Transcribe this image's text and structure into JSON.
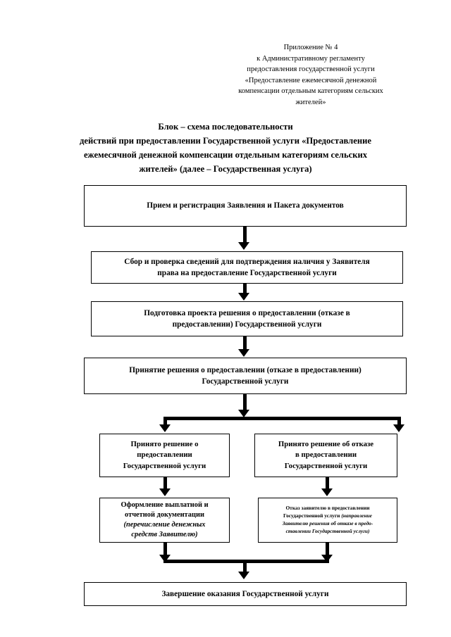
{
  "header_note": {
    "lines": [
      "Приложение № 4",
      "к Административному регламенту",
      "предоставления государственной услуги",
      "«Предоставление ежемесячной денежной",
      "компенсации отдельным категориям сельских",
      "жителей»"
    ]
  },
  "doc_title": {
    "lines": [
      "Блок – схема последовательности",
      "действий при предоставлении Государственной услуги «Предоставление",
      "ежемесячной денежной компенсации отдельным категориям сельских",
      "жителей» (далее – Государственная услуга)"
    ]
  },
  "flowchart": {
    "intake": {
      "lines": [
        "Прием и регистрация Заявления и Пакета документов"
      ]
    },
    "verify": {
      "lines": [
        "Сбор и проверка сведений для подтверждения наличия у Заявителя",
        "права  на предоставление Государственной услуги"
      ]
    },
    "draft": {
      "lines": [
        "Подготовка проекта решения о предоставлении (отказе в",
        "предоставлении) Государственной услуги"
      ]
    },
    "decision": {
      "lines": [
        "Принятие решения о предоставлении (отказе в предоставлении)",
        "Государственной услуги"
      ]
    },
    "approved": {
      "lines": [
        "Принято решение о",
        "предоставлении",
        "Государственной услуги"
      ]
    },
    "refused": {
      "lines": [
        "Принято решение об отказе",
        "в  предоставлении",
        "Государственной услуги"
      ]
    },
    "payment_doc": {
      "lines": [
        "Оформление выплатной и",
        "отчетной документации"
      ],
      "italic_lines": [
        "(перечисление денежных",
        "средств Заявителю)"
      ]
    },
    "refusal_note": {
      "lines": [
        "Отказ заявителю в предоставлении",
        "Государственной услуги"
      ],
      "italic_lines": [
        "(направление",
        "Заявителю решения об отказе в предо-",
        "ставлении Государственной услуги)"
      ]
    },
    "completion": {
      "lines": [
        "Завершение оказания Государственной услуги"
      ]
    }
  },
  "colors": {
    "ink": "#000000",
    "paper": "#ffffff"
  }
}
